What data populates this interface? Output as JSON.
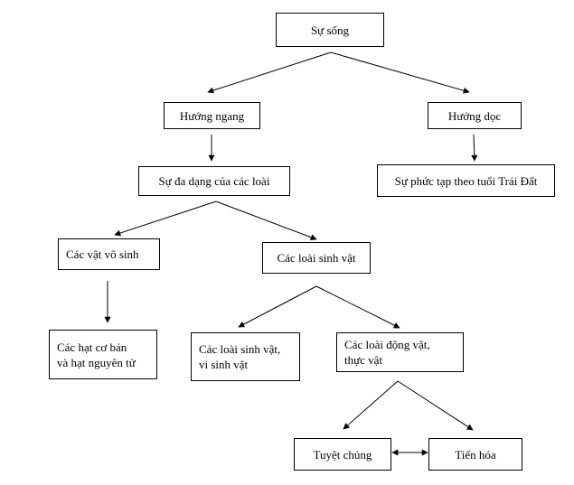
{
  "nodes": {
    "root": "Sự sống",
    "horizontal": "Hướng ngang",
    "vertical": "Hướng dọc",
    "diversity": "Sự đa dạng của các loài",
    "complexity": "Sự phức tạp theo tuổi Trái Đất",
    "nonliving": "Các vật vô sinh",
    "organisms": "Các loài sinh vật",
    "particles_line1": "Các hạt cơ bản",
    "particles_line2": "và hạt nguyên tử",
    "microbes_line1": "Các loài sinh vật,",
    "microbes_line2": "vi sinh vật",
    "animals_line1": "Các loài động vật,",
    "animals_line2": "thực vật",
    "extinction": "Tuyệt chủng",
    "evolution": "Tiến hóa"
  }
}
